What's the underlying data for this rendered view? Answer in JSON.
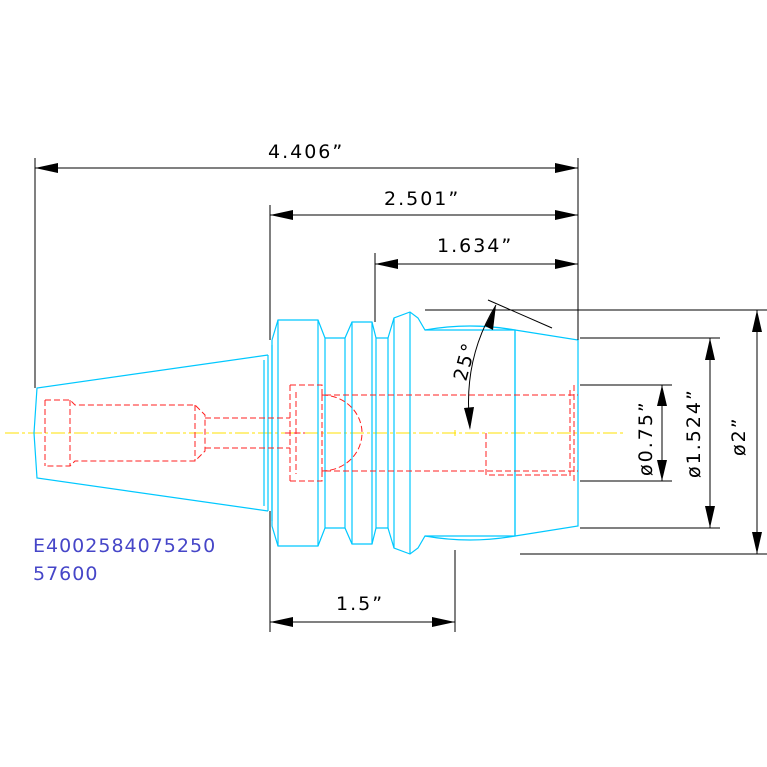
{
  "dimensions": {
    "overall_length": "4.406”",
    "flange_to_end": "2.501”",
    "groove_to_end": "1.634”",
    "gauge_length": "1.5”",
    "taper_angle": "25°",
    "bore_diameter": "ø0.75”",
    "neck_diameter": "ø1.524”",
    "body_diameter": "ø2”"
  },
  "part_label": {
    "line1": "E4002584075250",
    "line2": "57600"
  },
  "colors": {
    "outline": "#00c8ff",
    "hidden_lines": "#ff2020",
    "center_line": "#ffe000",
    "dimension_lines": "#000000",
    "part_text": "#4646c8"
  }
}
